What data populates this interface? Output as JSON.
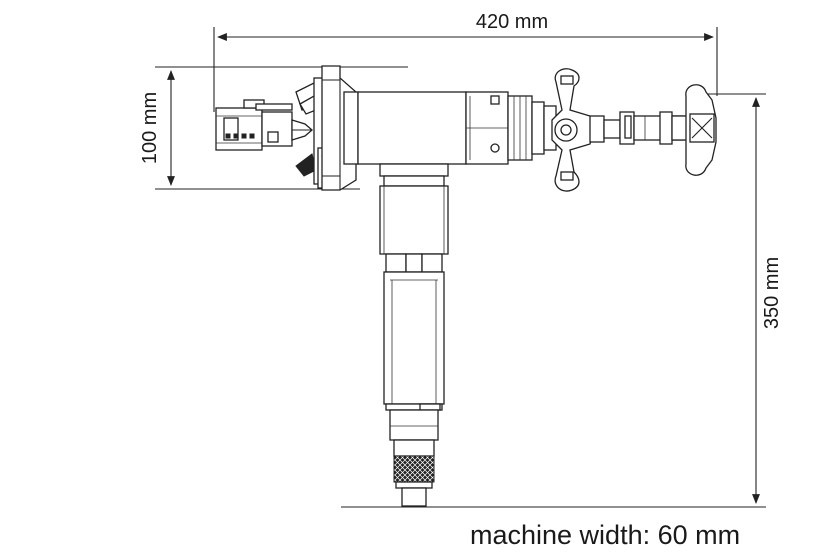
{
  "dimensions": {
    "overall_length": "420 mm",
    "head_height": "100 mm",
    "overall_height": "350 mm"
  },
  "caption": "machine width: 60 mm"
}
